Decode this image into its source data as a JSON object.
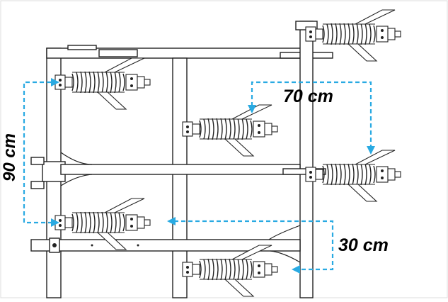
{
  "dimensions": {
    "depth": "90 cm",
    "front_spacing": "70 cm",
    "row_offset": "30 cm"
  },
  "colors": {
    "dimension_line": "#29aae2",
    "drawing_line": "#222222",
    "background": "#ffffff"
  },
  "tines": [
    {
      "id": "top-right-tine"
    },
    {
      "id": "upper-left-tine"
    },
    {
      "id": "center-tine"
    },
    {
      "id": "middle-right-tine"
    },
    {
      "id": "lower-left-tine"
    },
    {
      "id": "bottom-center-tine"
    }
  ]
}
